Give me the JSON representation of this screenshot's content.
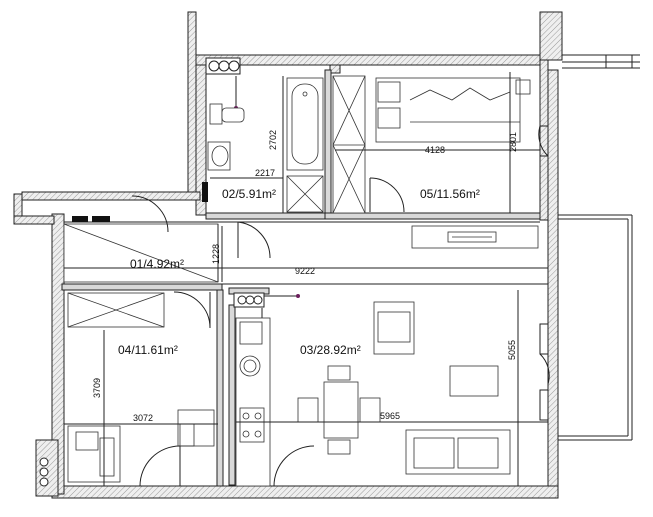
{
  "rooms": [
    {
      "id": "01",
      "label": "01/4.92m²"
    },
    {
      "id": "02",
      "label": "02/5.91m²"
    },
    {
      "id": "03",
      "label": "03/28.92m²"
    },
    {
      "id": "04",
      "label": "04/11.61m²"
    },
    {
      "id": "05",
      "label": "05/11.56m²"
    }
  ],
  "dimensions": {
    "bath_height": "2702",
    "bath_width": "2217",
    "bedroom5_width": "4128",
    "bedroom5_height": "2801",
    "hall_height": "1228",
    "hall_width": "9222",
    "bedroom4_height": "3709",
    "bedroom4_width": "3072",
    "living_width": "5965",
    "living_height": "5055"
  }
}
